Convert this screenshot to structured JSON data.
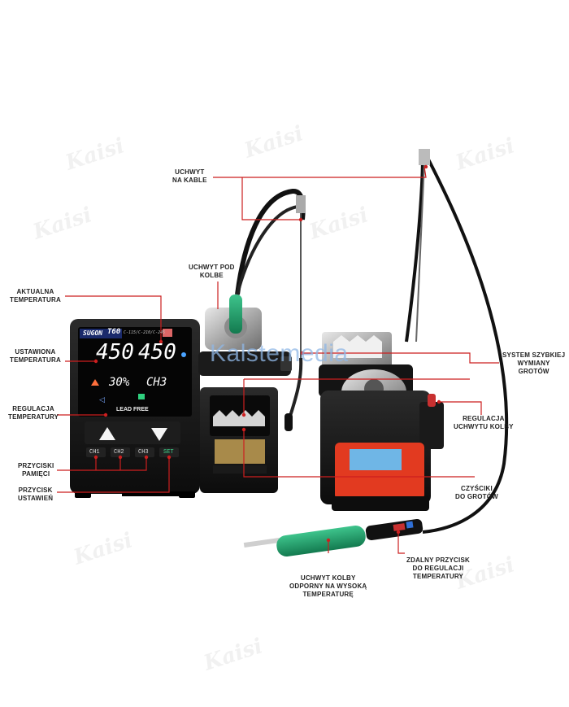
{
  "watermark": {
    "site": "Kalstemedia",
    "logo_text": "Kaisi"
  },
  "device": {
    "brand": "SUGON",
    "model": "T60",
    "model_sub": "C-115/C-210/C-245",
    "lcd": {
      "set_temp": "450",
      "actual_temp": "450",
      "power": "30%",
      "channel": "CH3"
    },
    "front_text": "LEAD FREE",
    "buttons": {
      "ch1": "CH1",
      "ch2": "CH2",
      "ch3": "CH3",
      "set": "SET"
    }
  },
  "labels": {
    "cable_holder": [
      "UCHWYT",
      "NA KABLE"
    ],
    "iron_holder": [
      "UCHWYT POD",
      "KOLBE"
    ],
    "actual_temp": [
      "AKTUALNA",
      "TEMPERATURA"
    ],
    "set_temp": [
      "USTAWIONA",
      "TEMPERATURA"
    ],
    "temp_adjust": [
      "REGULACJA",
      "TEMPERATURY"
    ],
    "memory_buttons": [
      "PRZYCISKI",
      "PAMIĘCI"
    ],
    "settings_button": [
      "PRZYCISK",
      "USTAWIEŃ"
    ],
    "quick_change": [
      "SYSTEM SZYBKIEJ",
      "WYMIANY",
      "GROTÓW"
    ],
    "holder_adjust": [
      "REGULACJA",
      "UCHWYTU KOLBY"
    ],
    "tip_cleaners": [
      "CZYŚCIKI",
      "DO GROTÓW"
    ],
    "handle": [
      "UCHWYT KOLBY",
      "ODPORNY NA WYSOKĄ",
      "TEMPERATURĘ"
    ],
    "remote_button": [
      "ZDALNY PRZYCISK",
      "DO REGULACJI",
      "TEMPERATURY"
    ]
  },
  "colors": {
    "leader": "#cc1f1f",
    "accent_green": "#1f9e6a",
    "body": "#161616"
  }
}
